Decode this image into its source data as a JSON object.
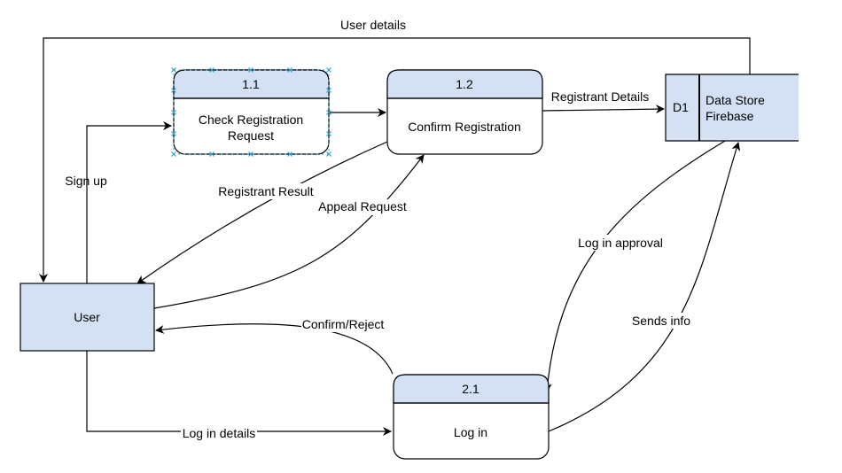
{
  "colors": {
    "fill": "#d4e1f5",
    "stroke": "#000000",
    "background": "#ffffff",
    "selection": "#29a3d9"
  },
  "processes": {
    "p11": {
      "id": "1.1",
      "name_line1": "Check Registration",
      "name_line2": "Request"
    },
    "p12": {
      "id": "1.2",
      "name": "Confirm Registration"
    },
    "p21": {
      "id": "2.1",
      "name": "Log in"
    }
  },
  "entity": {
    "name": "User"
  },
  "datastore": {
    "id": "D1",
    "name_line1": "Data Store",
    "name_line2": "Firebase"
  },
  "flows": {
    "user_details": "User details",
    "sign_up": "Sign up",
    "registrant_details": "Registrant Details",
    "registrant_result": "Registrant Result",
    "appeal_request": "Appeal Request",
    "log_in_approval": "Log in approval",
    "sends_info": "Sends info",
    "confirm_reject": "Confirm/Reject",
    "log_in_details": "Log in details"
  }
}
